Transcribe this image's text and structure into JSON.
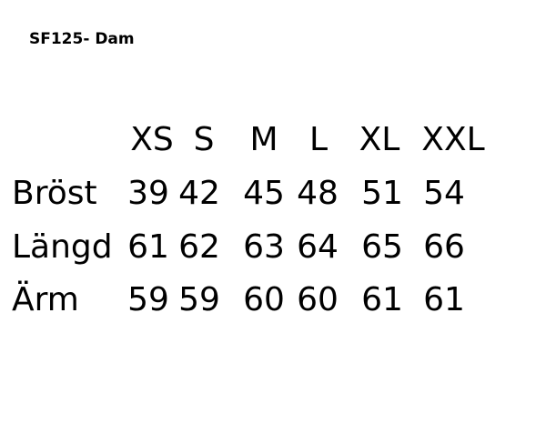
{
  "title": "SF125- Dam",
  "size_table": {
    "headers": [
      "XS",
      "S",
      "M",
      "L",
      "XL",
      "XXL"
    ],
    "rows": [
      {
        "label": "Bröst",
        "values": [
          "39",
          "42",
          "45",
          "48",
          "51",
          "54"
        ]
      },
      {
        "label": "Längd",
        "values": [
          "61",
          "62",
          "63",
          "64",
          "65",
          "66"
        ]
      },
      {
        "label": "Ärm",
        "values": [
          "59",
          "59",
          "60",
          "60",
          "61",
          "61"
        ]
      }
    ]
  }
}
